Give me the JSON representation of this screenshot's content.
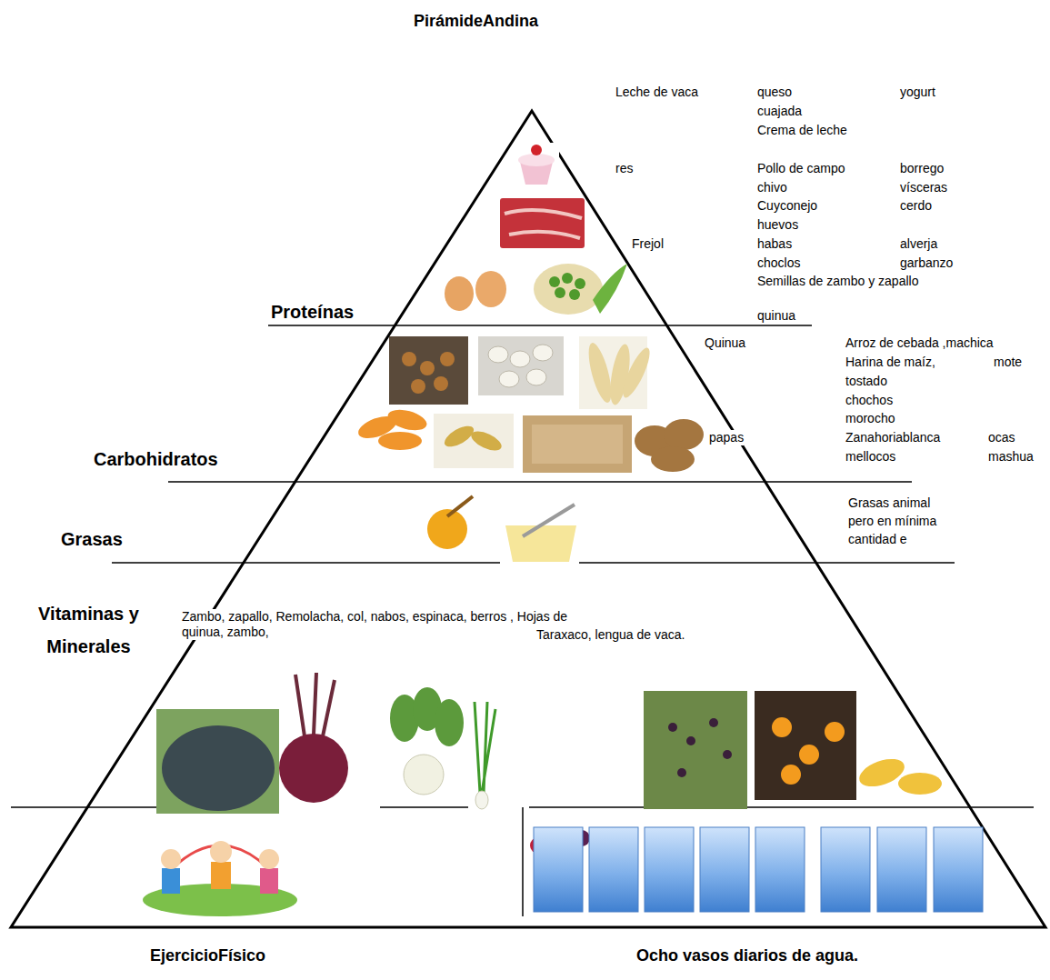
{
  "diagram": {
    "title": "PirámideAndina",
    "labels": [
      "Leche de vaca",
      "queso",
      "yogurt",
      "cuajada",
      "Crema de leche",
      "res",
      "Pollo de campo",
      "borrego",
      "chivo",
      "vísceras",
      "Cuyconejo",
      "cerdo",
      "huevos",
      "Frejol",
      "habas",
      "alverja",
      "choclos",
      "garbanzo",
      "Semillas de zambo y zapallo",
      "quinua",
      "Proteínas",
      "Quinua",
      "Arroz de cebada ,machica",
      "Harina de maíz,",
      "mote",
      "tostado",
      "chochos",
      "morocho",
      "papas",
      "Zanahoriablanca",
      "ocas",
      "mellocos",
      "mashua",
      "Carbohidratos",
      "Grasas animal pero en mínima cantidad e",
      "Grasas",
      "Zambo, zapallo, Remolacha, col, nabos, espinaca, berros , Hojas de quinua, zambo,",
      "Taraxaco, lengua de vaca.",
      "Vitaminas y Minerales",
      "EjercicioFísico",
      "Ocho vasos diarios de agua."
    ]
  }
}
